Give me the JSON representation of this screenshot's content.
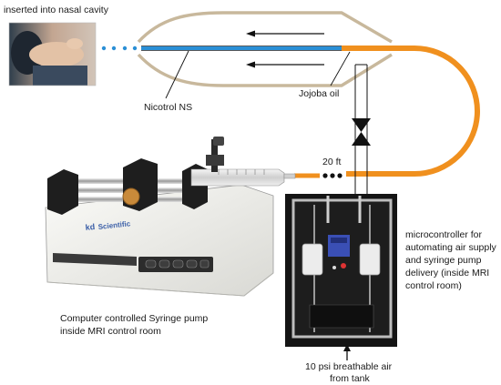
{
  "labels": {
    "nasal": "inserted into nasal cavity",
    "nicotrol": "Nicotrol NS",
    "jojoba": "Jojoba oil",
    "length": "20 ft",
    "brand_kd": "kd",
    "brand_scientific": "Scientific",
    "pump_caption": [
      "Computer controlled Syringe pump",
      "inside MRI control room"
    ],
    "mc_caption": [
      "microcontroller for",
      "automating air supply",
      "and syringe pump",
      "delivery (inside MRI",
      "control room)"
    ],
    "air_caption": [
      "10 psi breathable air",
      "from tank"
    ]
  },
  "colors": {
    "nicotine_line": "#2a8fd6",
    "oil_line": "#f0901e",
    "cannula": "#c8b89c",
    "arrow": "#111111",
    "text": "#1a1a1a"
  }
}
